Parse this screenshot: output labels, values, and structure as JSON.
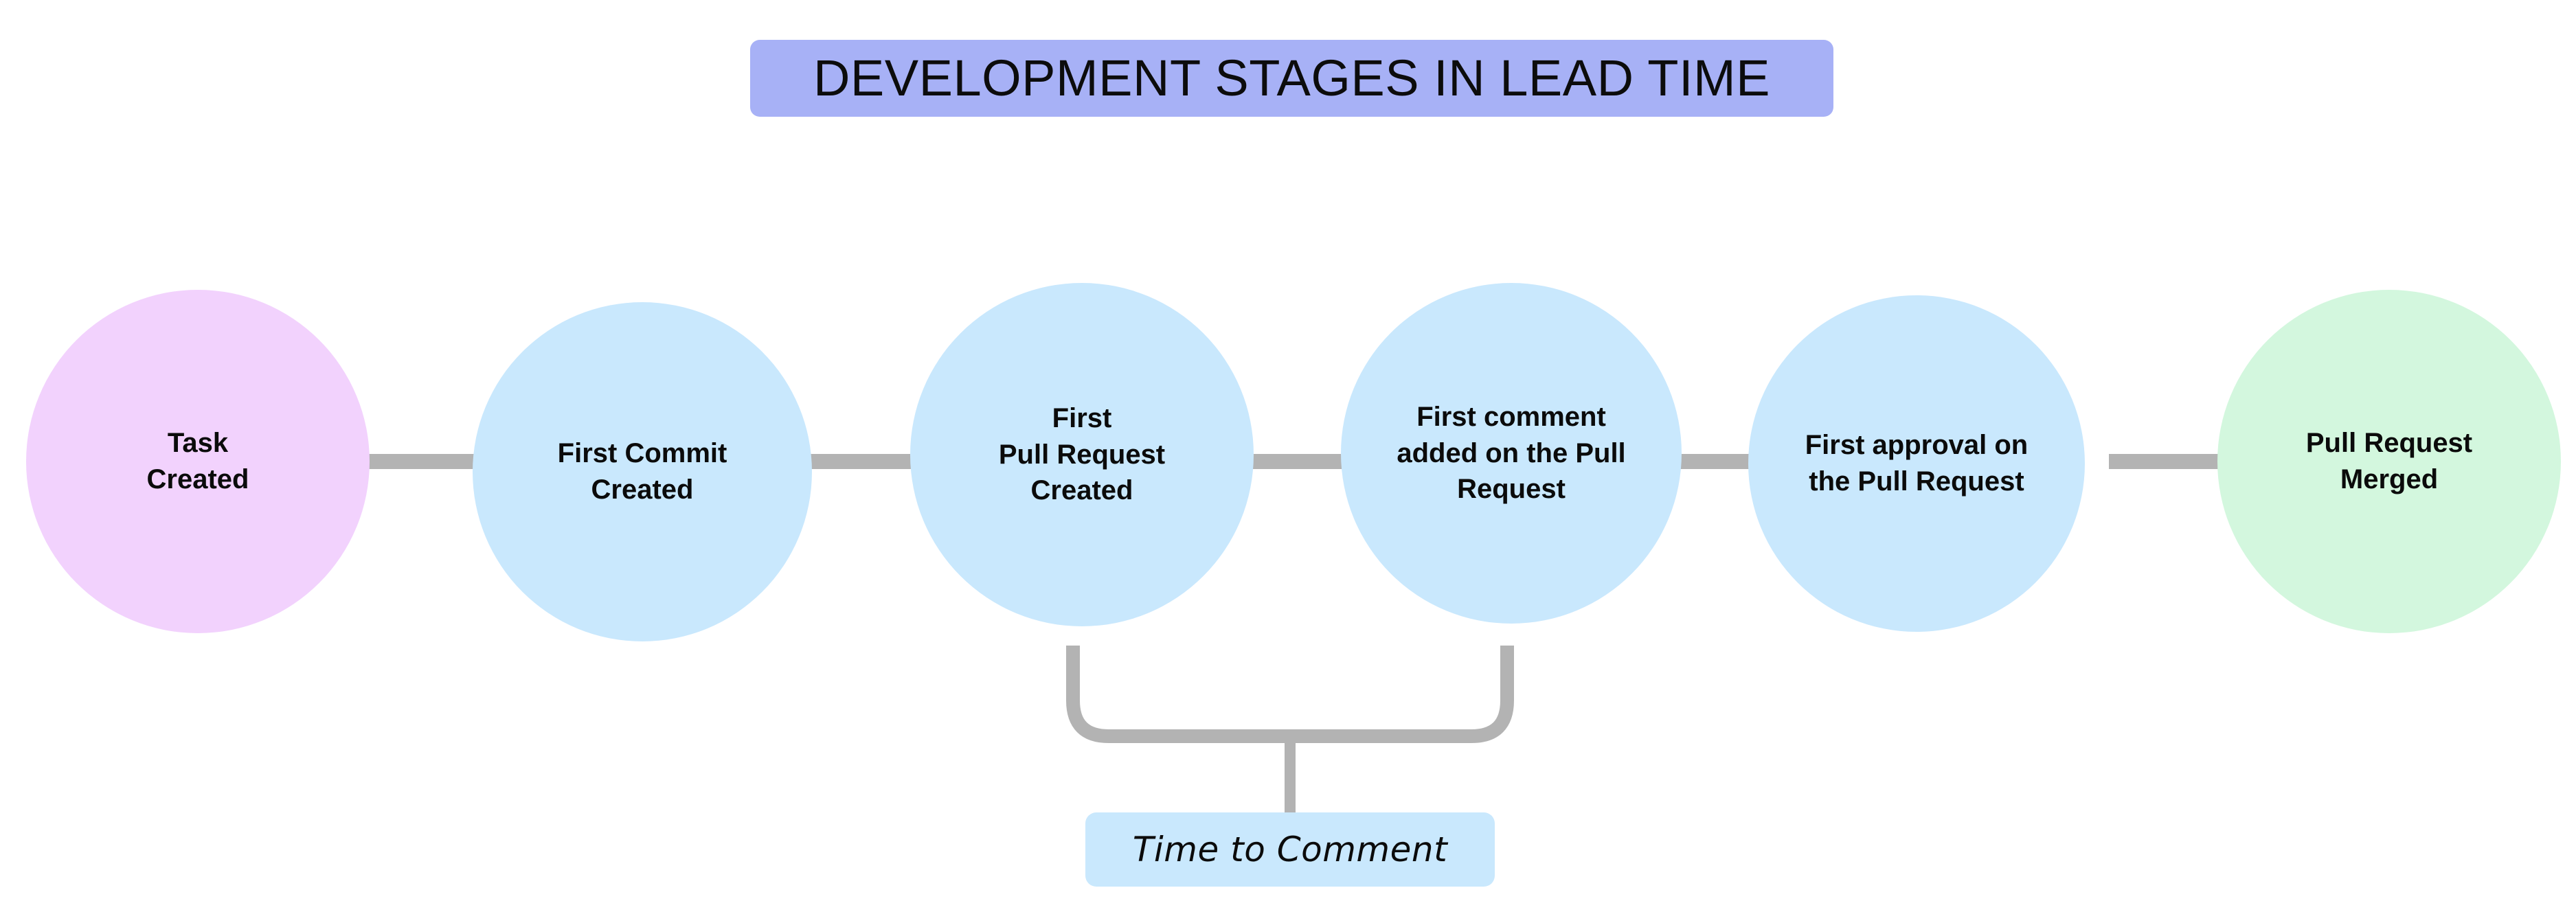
{
  "title": {
    "text": "DEVELOPMENT STAGES IN LEAD TIME",
    "background_color": "#a7b1f6",
    "text_color": "#0c0c0c"
  },
  "colors": {
    "canvas": "#ffffff",
    "connector": "#b3b3b3",
    "start_node": "#f2d2fd",
    "middle_node": "#c9e8fd",
    "end_node": "#d3f7de",
    "title_bar": "#a7b1f6",
    "annotation_pill": "#c9e8fd",
    "text": "#0b0b0b"
  },
  "flow": {
    "nodes": [
      {
        "id": "task-created",
        "label": "Task\nCreated",
        "color": "#f2d2fd",
        "shape": "circle",
        "order": 1
      },
      {
        "id": "first-commit",
        "label": "First Commit\nCreated",
        "color": "#c9e8fd",
        "shape": "circle",
        "order": 2
      },
      {
        "id": "first-pull-request",
        "label": "First\nPull Request\nCreated",
        "color": "#c9e8fd",
        "shape": "circle",
        "order": 3
      },
      {
        "id": "first-comment",
        "label": "First comment\nadded on the Pull\nRequest",
        "color": "#c9e8fd",
        "shape": "circle",
        "order": 4
      },
      {
        "id": "first-approval",
        "label": "First approval on\nthe Pull Request",
        "color": "#c9e8fd",
        "shape": "circle",
        "order": 5
      },
      {
        "id": "pull-request-merged",
        "label": "Pull Request\nMerged",
        "color": "#d3f7de",
        "shape": "circle",
        "order": 6
      }
    ],
    "connectors": [
      {
        "from": "task-created",
        "to": "first-commit",
        "style": "straight"
      },
      {
        "from": "first-commit",
        "to": "first-pull-request",
        "style": "straight"
      },
      {
        "from": "first-pull-request",
        "to": "first-comment",
        "style": "straight"
      },
      {
        "from": "first-comment",
        "to": "first-approval",
        "style": "straight"
      },
      {
        "from": "first-approval",
        "to": "pull-request-merged",
        "style": "straight"
      }
    ],
    "measurement": {
      "id": "time-to-comment",
      "label": "Time to Comment",
      "spans_from": "first-pull-request",
      "spans_to": "first-comment",
      "style": "bracket-below"
    }
  }
}
